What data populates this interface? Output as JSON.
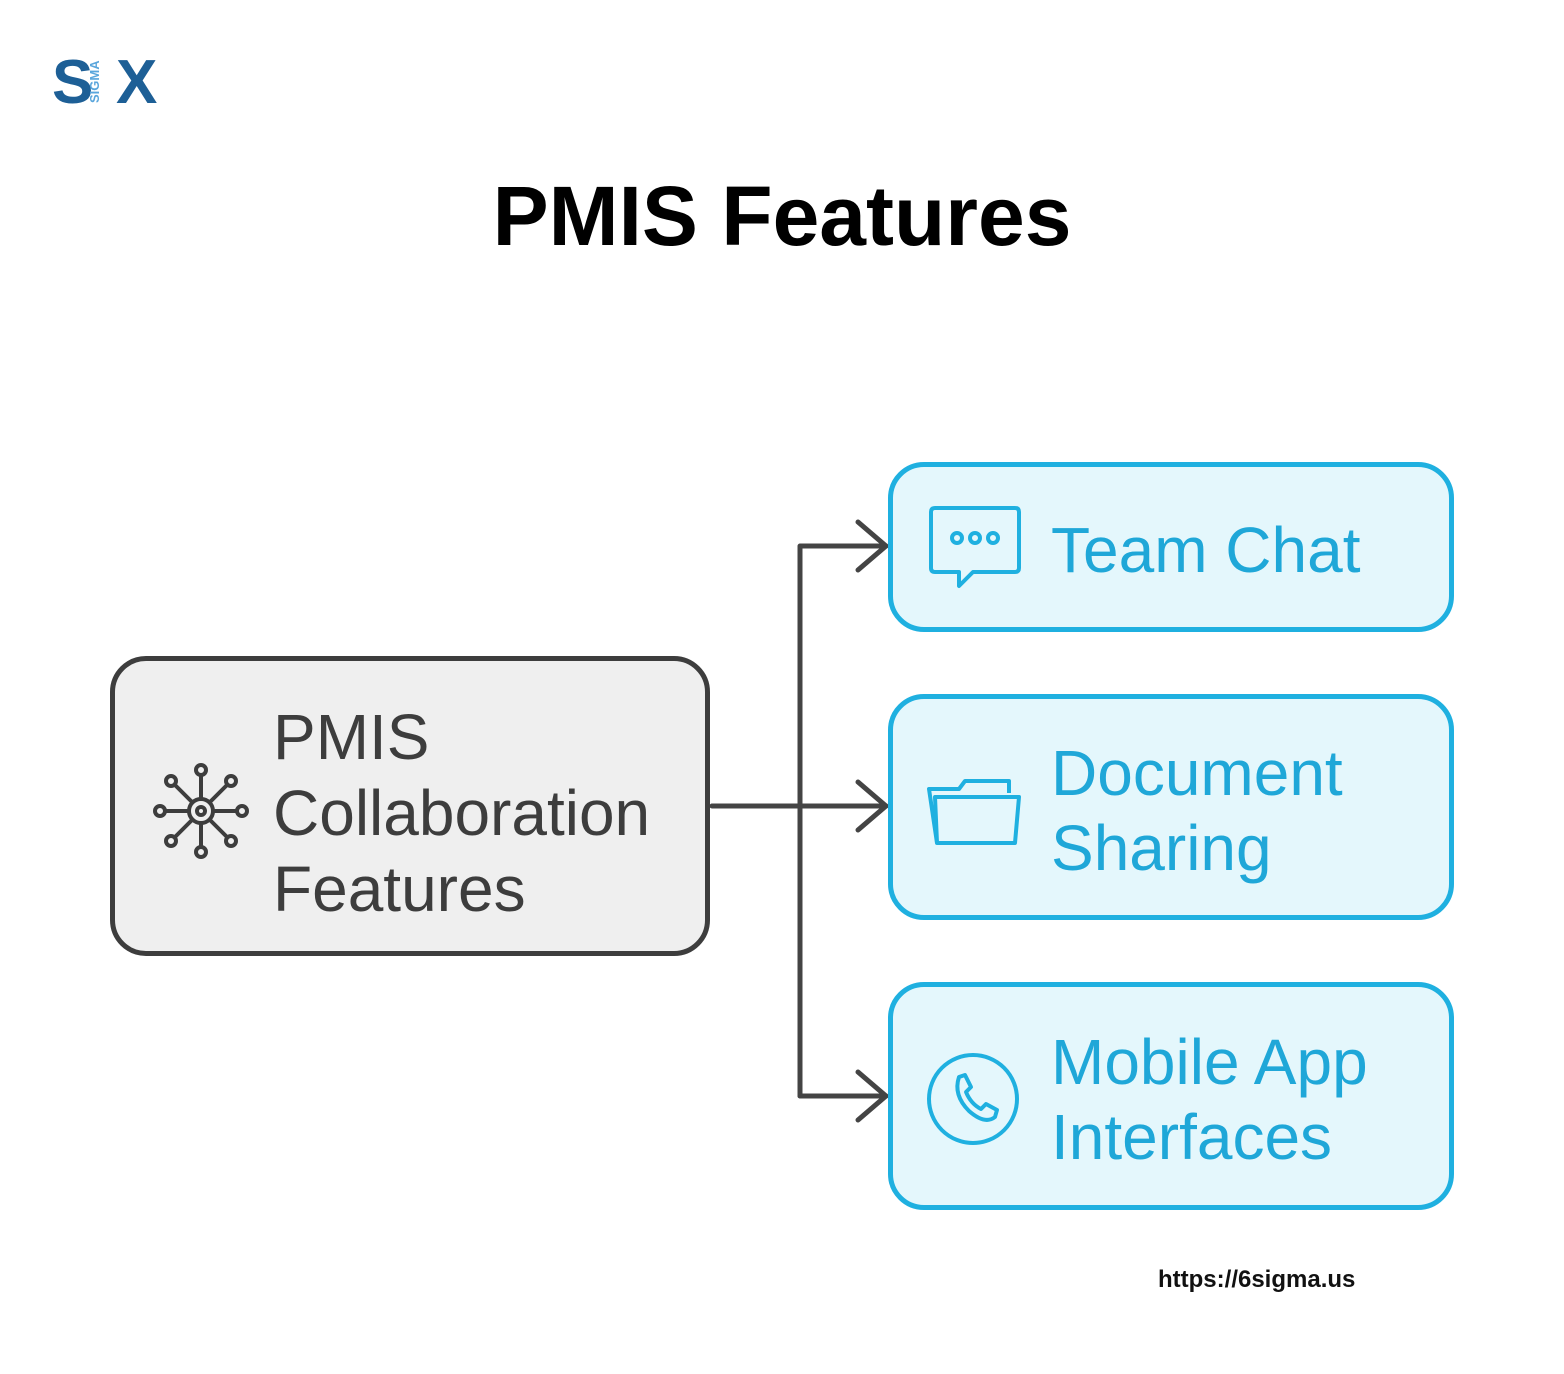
{
  "brand": {
    "logo_left": "S",
    "logo_sigma": "SIGMA",
    "logo_right": "X"
  },
  "title": "PMIS Features",
  "source": {
    "label": "PMIS Collaboration Features",
    "icon": "network-hub-icon"
  },
  "targets": [
    {
      "label": "Team Chat",
      "icon": "chat-bubble-icon"
    },
    {
      "label": "Document Sharing",
      "icon": "folder-icon"
    },
    {
      "label": "Mobile App Interfaces",
      "icon": "phone-icon"
    }
  ],
  "footer": {
    "url": "https://6sigma.us"
  },
  "colors": {
    "logo_dark": "#1d5f96",
    "logo_light": "#5aa6dc",
    "accent": "#1fb0e0",
    "accent_fill": "#e4f7fc",
    "neutral": "#3d3d3d",
    "neutral_fill": "#efefef"
  }
}
